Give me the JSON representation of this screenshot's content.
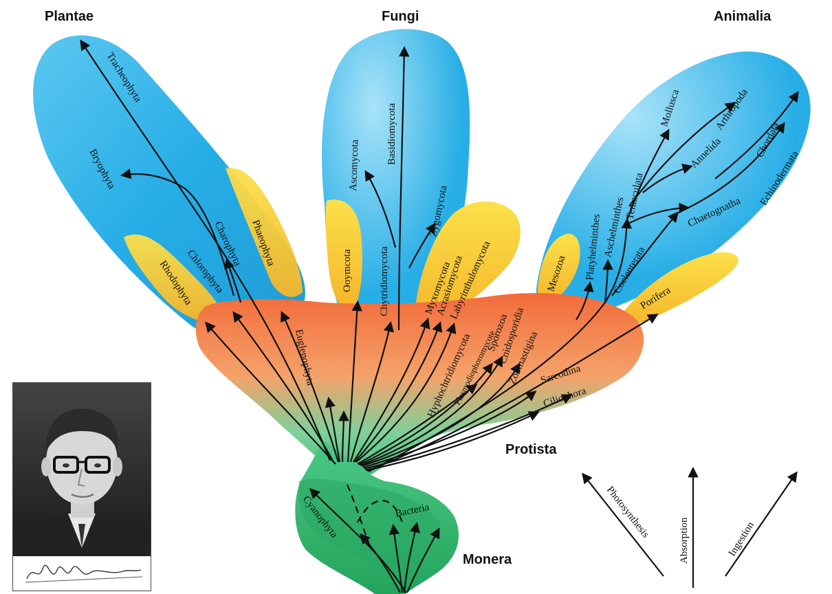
{
  "kingdoms": {
    "plantae": "Plantae",
    "fungi": "Fungi",
    "animalia": "Animalia",
    "protista": "Protista",
    "monera": "Monera"
  },
  "plantae_taxa": {
    "tracheophyta": "Tracheophyta",
    "bryophyta": "Bryophyta",
    "charophyta": "Charophyta",
    "phaeophyta": "Phaeophyta",
    "chlorophyta": "Chlorophyta",
    "rhodophyta": "Rhodophyta"
  },
  "fungi_taxa": {
    "basidiomycota": "Basidiomycota",
    "ascomycota": "Ascomycota",
    "zygomycota": "Zygomycota",
    "chytridiomycota": "Chytridiomycota",
    "oomycota": "Ooymcota",
    "myxomycota": "Myxomycota",
    "acrasiomycota": "Acrasiomycota",
    "labyrinthulomycota": "Labyrinthulomycota"
  },
  "animalia_taxa": {
    "mollusca": "Mollusca",
    "arthropoda": "Arthropoda",
    "annelida": "Annelida",
    "chordata": "Chordata",
    "echinodermata": "Echinodermata",
    "tentaculata": "Tentaculata",
    "aschelminthes": "Aschelminthes",
    "platyhelminthes": "Platyhelminthes",
    "chaetognatha": "Chaetognatha",
    "coelenterata": "Coelenterata",
    "mesozoa": "Mesozoa",
    "porifera": "Porifera"
  },
  "protista_taxa": {
    "euglenophyta": "Euglenophyta",
    "hyphochytridiomycota": "Hyphochtridiomycota",
    "plasmodiophoromycota": "Plasmodiophoromycote",
    "sporozoa": "Sporozoa",
    "cnidosporidia": "Cnidosporidia",
    "zoomastigina": "Zoomastigina",
    "sarcodina": "Sarcodina",
    "ciliophora": "Ciliophora"
  },
  "monera_taxa": {
    "cyanophyta": "Cyanophyta",
    "bacteria": "Bacteria"
  },
  "nutrition_modes": {
    "photosynthesis": "Photosynthesis",
    "absorption": "Absorption",
    "ingestion": "Ingestion"
  },
  "colors": {
    "blue": "#27aee6",
    "blue_light": "#8fd8f5",
    "yellow": "#f7d230",
    "orange": "#f07a3c",
    "green": "#3fc279",
    "green_dark": "#1f9e55"
  },
  "portrait": {
    "icon": "person-photo",
    "signature": "R. H. Whittaker"
  }
}
